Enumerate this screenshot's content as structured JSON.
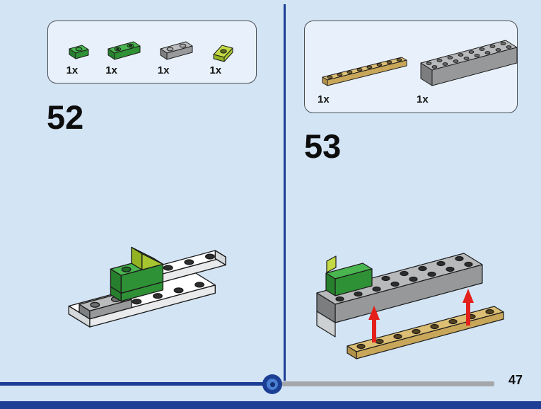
{
  "page": {
    "number": "47",
    "background": "#d3e4f5",
    "accent_blue": "#1c3e94",
    "progress_track_gray": "#a5a7aa",
    "arrow_red": "#e3201b"
  },
  "steps": [
    {
      "number": "52",
      "parts": [
        {
          "id": "plate-1x1-green",
          "count": "1x",
          "color": "#49b64f"
        },
        {
          "id": "plate-1x2-green",
          "count": "1x",
          "color": "#2f9136"
        },
        {
          "id": "plate-1x2-gray",
          "count": "1x",
          "color": "#b9bbbd"
        },
        {
          "id": "slope-1x1-lime",
          "count": "1x",
          "color": "#c3da45"
        }
      ]
    },
    {
      "number": "53",
      "parts": [
        {
          "id": "plate-1x8-tan",
          "count": "1x",
          "color": "#dcbf74"
        },
        {
          "id": "brick-2x8-gray",
          "count": "1x",
          "color": "#b7b9bb"
        }
      ]
    }
  ]
}
